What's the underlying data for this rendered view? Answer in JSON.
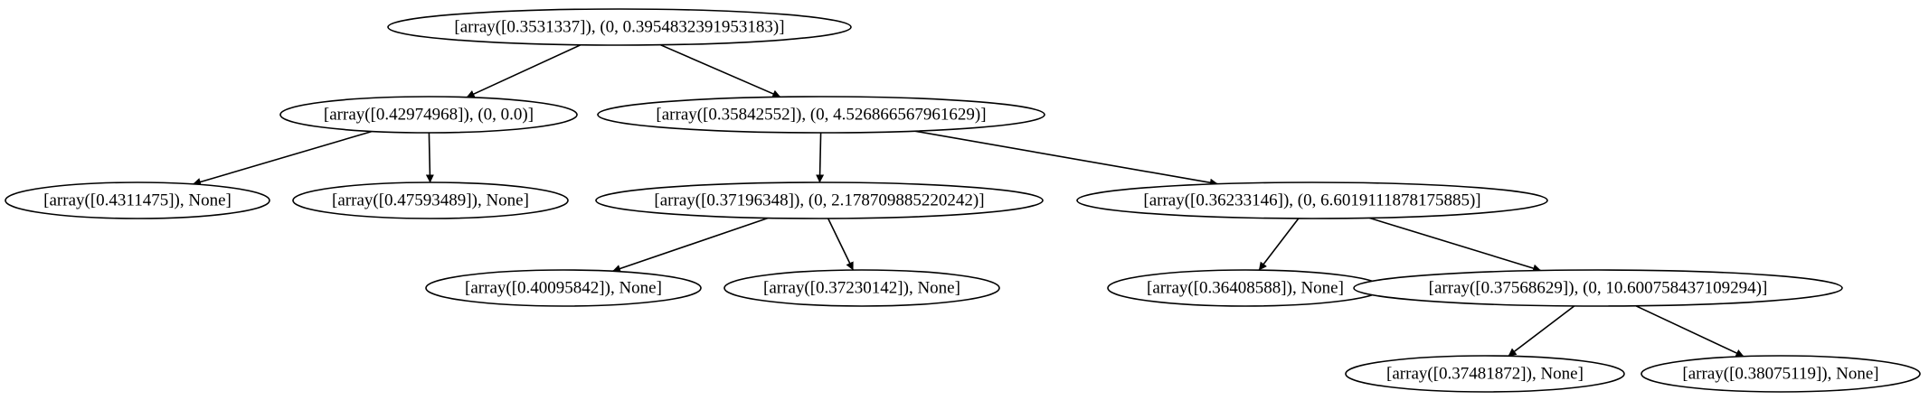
{
  "diagram": {
    "nodes": [
      {
        "id": "n0",
        "label": "[array([0.3531337]), (0, 0.3954832391953183)]"
      },
      {
        "id": "n1",
        "label": "[array([0.42974968]), (0, 0.0)]"
      },
      {
        "id": "n2",
        "label": "[array([0.35842552]), (0, 4.526866567961629)]"
      },
      {
        "id": "n3",
        "label": "[array([0.4311475]), None]"
      },
      {
        "id": "n4",
        "label": "[array([0.47593489]), None]"
      },
      {
        "id": "n5",
        "label": "[array([0.37196348]), (0, 2.178709885220242)]"
      },
      {
        "id": "n6",
        "label": "[array([0.36233146]), (0, 6.6019111878175885)]"
      },
      {
        "id": "n7",
        "label": "[array([0.40095842]), None]"
      },
      {
        "id": "n8",
        "label": "[array([0.37230142]), None]"
      },
      {
        "id": "n9",
        "label": "[array([0.36408588]), None]"
      },
      {
        "id": "n10",
        "label": "[array([0.37568629]), (0, 10.600758437109294)]"
      },
      {
        "id": "n11",
        "label": "[array([0.37481872]), None]"
      },
      {
        "id": "n12",
        "label": "[array([0.38075119]), None]"
      }
    ],
    "edges": [
      {
        "from": "n0",
        "to": "n1"
      },
      {
        "from": "n0",
        "to": "n2"
      },
      {
        "from": "n1",
        "to": "n3"
      },
      {
        "from": "n1",
        "to": "n4"
      },
      {
        "from": "n2",
        "to": "n5"
      },
      {
        "from": "n2",
        "to": "n6"
      },
      {
        "from": "n5",
        "to": "n7"
      },
      {
        "from": "n5",
        "to": "n8"
      },
      {
        "from": "n6",
        "to": "n9"
      },
      {
        "from": "n6",
        "to": "n10"
      },
      {
        "from": "n10",
        "to": "n11"
      },
      {
        "from": "n10",
        "to": "n12"
      }
    ]
  }
}
